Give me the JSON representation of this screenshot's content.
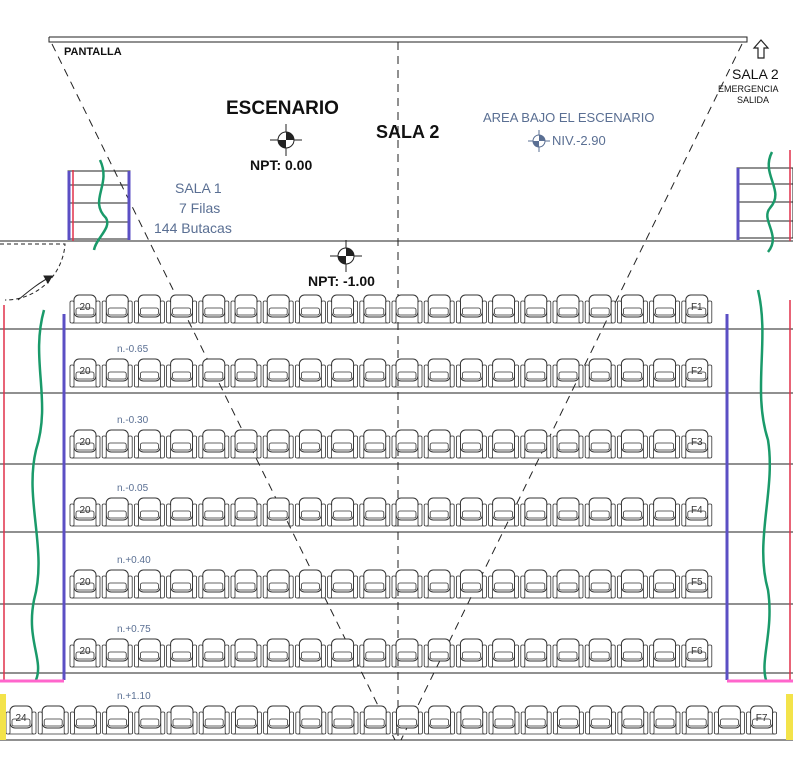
{
  "screen_label": "PANTALLA",
  "stage": {
    "title": "ESCENARIO",
    "level": "NPT: 0.00"
  },
  "hall_center": "SALA 2",
  "under_stage": {
    "title": "AREA BAJO EL ESCENARIO",
    "level": "NIV.-2.90"
  },
  "exit": {
    "hall": "SALA 2",
    "line1": "EMERGENCIA",
    "line2": "SALIDA"
  },
  "hall1": {
    "title": "SALA 1",
    "rows_text": "7 Filas",
    "seats_text": "144 Butacas"
  },
  "floor_level": "NPT: -1.00",
  "rows": [
    {
      "tag": "F1",
      "first_seat": "20",
      "seats": 20,
      "level": ""
    },
    {
      "tag": "F2",
      "first_seat": "20",
      "seats": 20,
      "level": "n.-0.65"
    },
    {
      "tag": "F3",
      "first_seat": "20",
      "seats": 20,
      "level": "n.-0.30"
    },
    {
      "tag": "F4",
      "first_seat": "20",
      "seats": 20,
      "level": "n.-0.05"
    },
    {
      "tag": "F5",
      "first_seat": "20",
      "seats": 20,
      "level": "n.+0.40"
    },
    {
      "tag": "F6",
      "first_seat": "20",
      "seats": 20,
      "level": "n.+0.75"
    },
    {
      "tag": "F7",
      "first_seat": "24",
      "seats": 24,
      "level": "n.+1.10"
    }
  ],
  "colors": {
    "line": "#222222",
    "blue_text": "#5a6f93",
    "wall_blue": "#5b4fc4",
    "green_marks": "#1a9a6a",
    "red_marks": "#e0304a",
    "pink_floor": "#ff66cc",
    "yellow_mark": "#f3e34a"
  }
}
